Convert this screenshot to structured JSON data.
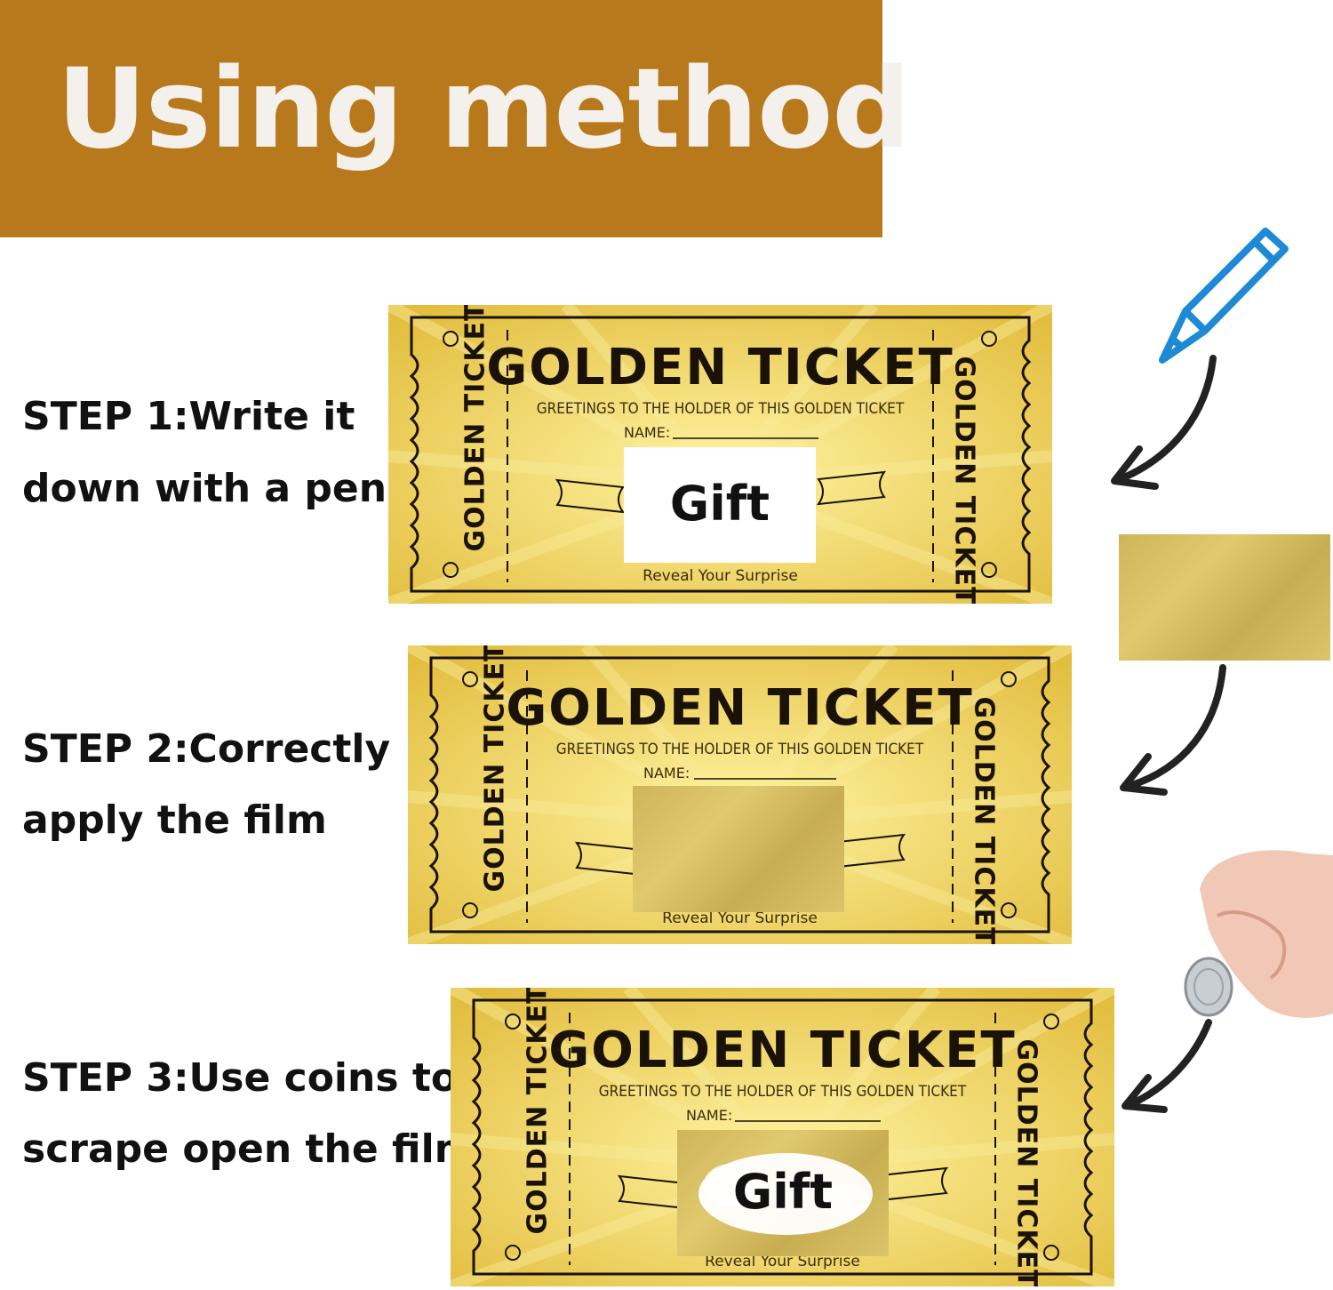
{
  "banner": {
    "title": "Using method",
    "color": "#b8781c"
  },
  "steps": [
    {
      "line1": "STEP 1:Write it",
      "line2": "down with a pen"
    },
    {
      "line1": "STEP 2:Correctly",
      "line2": "apply the film"
    },
    {
      "line1": "STEP 3:Use coins to",
      "line2": "scrape open the film"
    }
  ],
  "ticket": {
    "title": "GOLDEN TICKET",
    "greeting": "GREETINGS TO THE HOLDER OF THIS GOLDEN TICKET",
    "name_label": "NAME:",
    "reveal": "Reveal Your Surprise",
    "side_label": "GOLDEN TICKET",
    "gift": "Gift"
  },
  "colors": {
    "gold_light": "#f6e27a",
    "gold_dark": "#d9b233",
    "film": "#d4bb60",
    "pen": "#1e8ad6",
    "arrow": "#222222"
  },
  "icons": [
    "pen-icon",
    "arrow-icon",
    "film-swatch",
    "coin-hand-icon"
  ]
}
